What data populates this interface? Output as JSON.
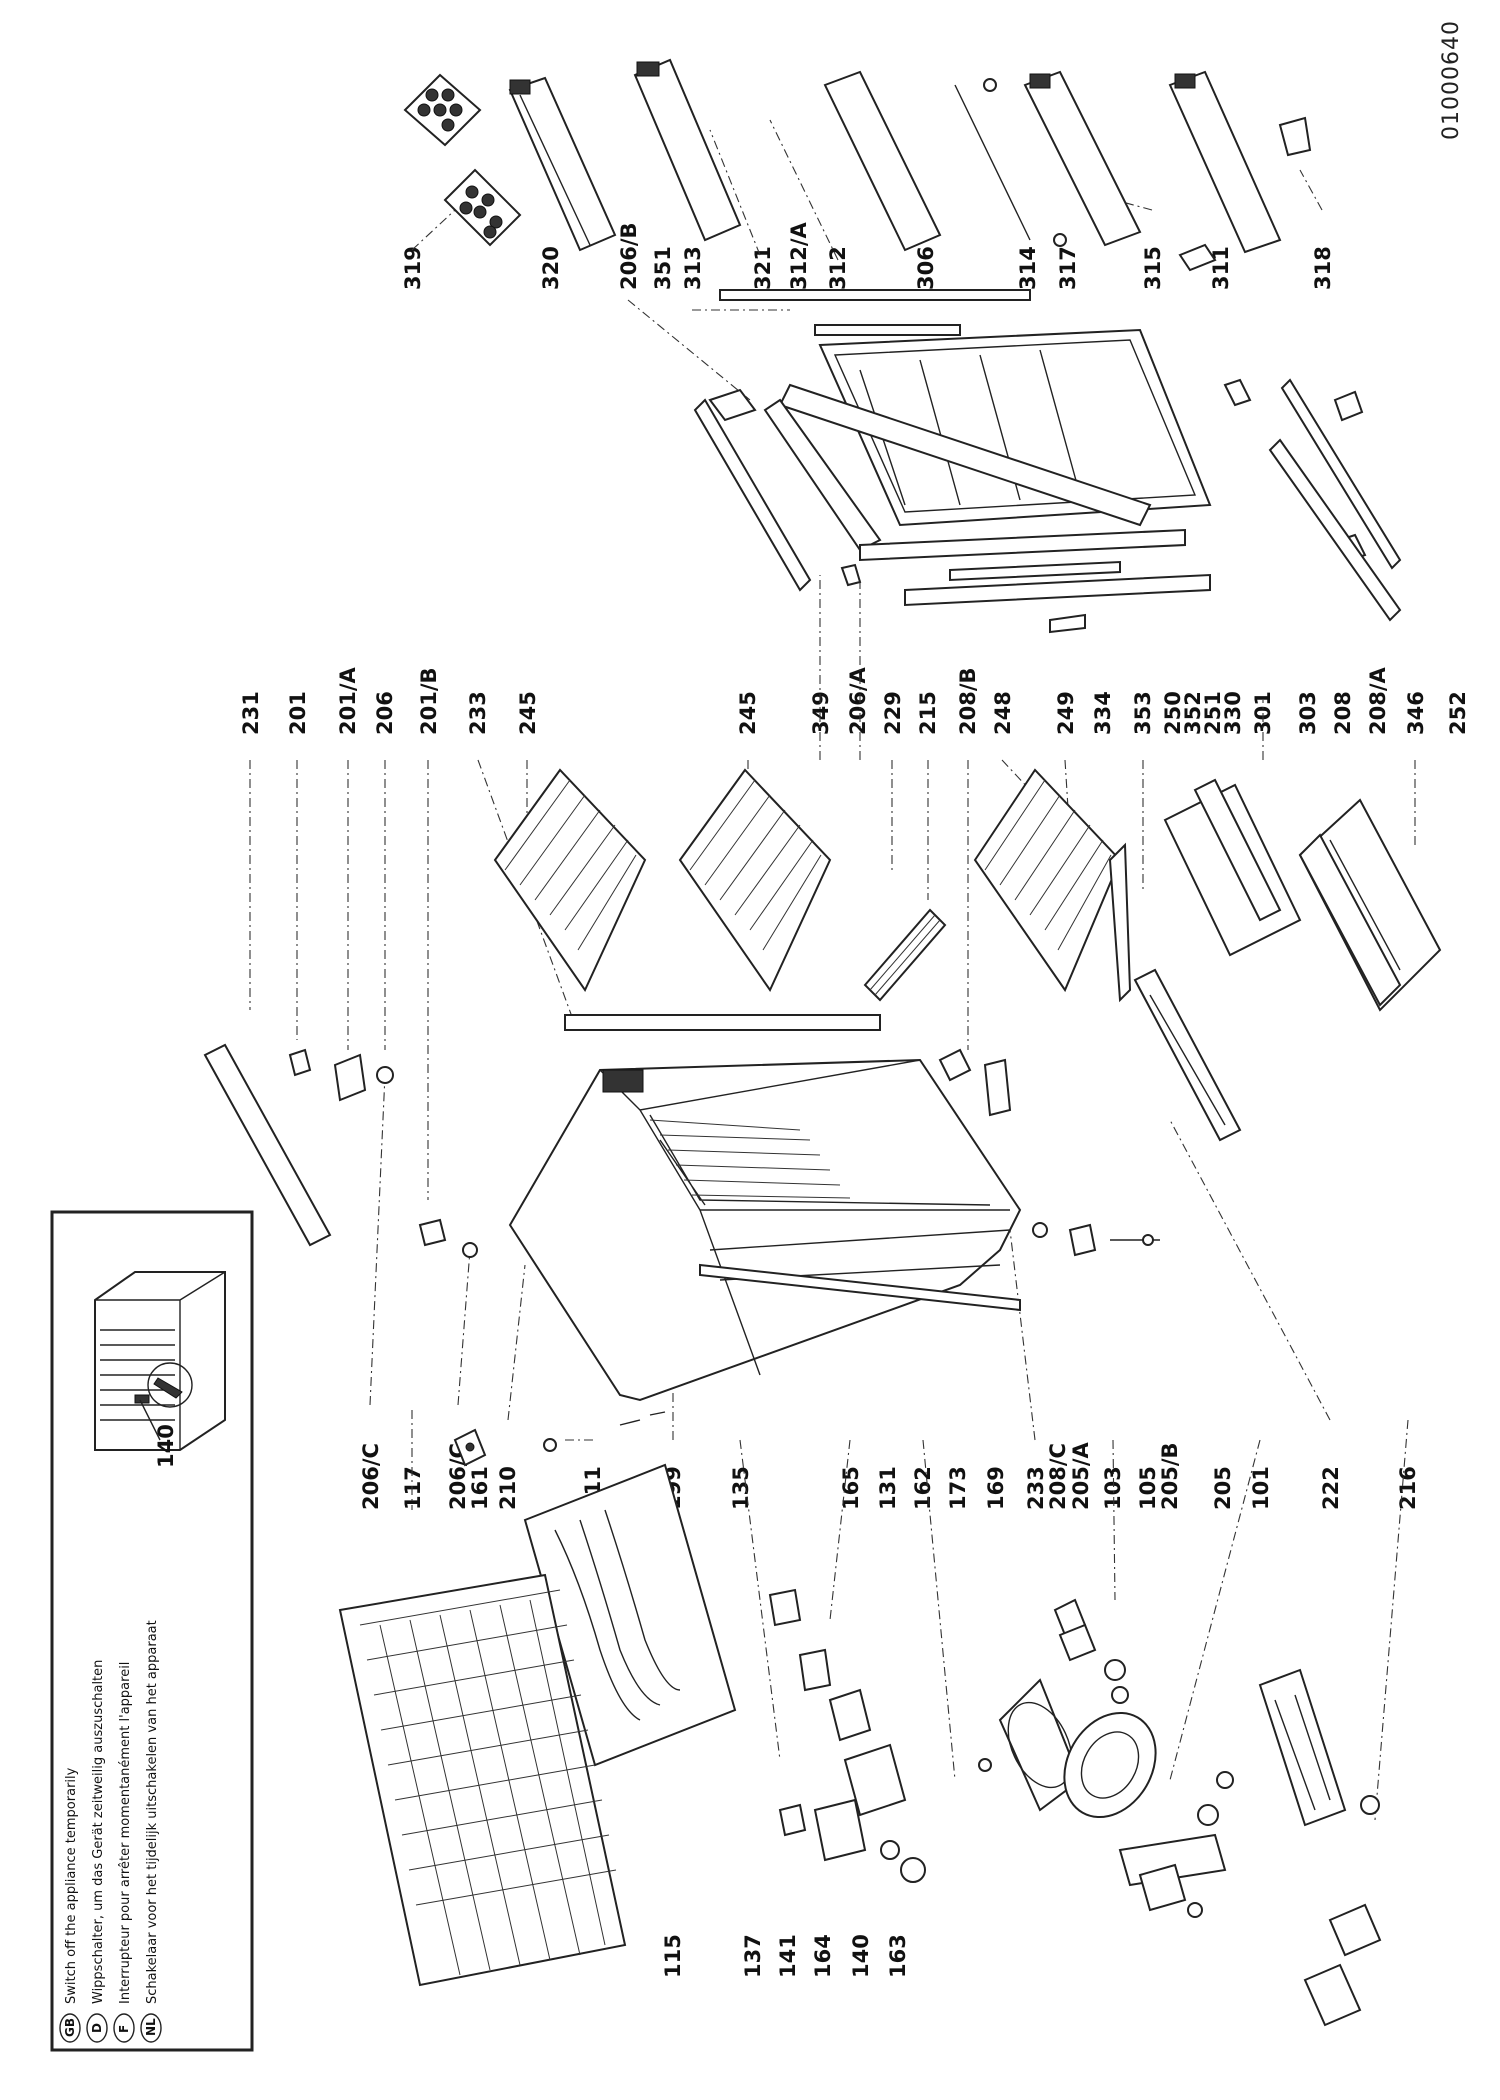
{
  "document_id": "01000640",
  "legend": {
    "items": [
      {
        "code": "GB",
        "text": "Switch off the appliance temporarily"
      },
      {
        "code": "D",
        "text": "Wippschalter, um das Gerät zeitweilig auszuschalten"
      },
      {
        "code": "F",
        "text": "Interrupteur pour arrêter  momentanément l'appareil"
      },
      {
        "code": "NL",
        "text": "Schakelaar voor het tijdelijk uitschakelen van het apparaat"
      }
    ],
    "switch_label": "140"
  },
  "labels": {
    "row_left": [
      "115",
      "137",
      "141",
      "164",
      "140",
      "163"
    ],
    "row_lower": [
      "206/C",
      "117",
      "206/C",
      "161",
      "210",
      "111",
      "199",
      "135",
      "165",
      "131",
      "162",
      "173",
      "169",
      "233",
      "208/C",
      "205/A",
      "103",
      "105",
      "205/B",
      "205",
      "101",
      "222",
      "216"
    ],
    "row_middle": [
      "231",
      "201",
      "201/A",
      "206",
      "201/B",
      "233",
      "245",
      "245",
      "349",
      "206/A",
      "229",
      "215",
      "208/B",
      "248",
      "249",
      "334",
      "353",
      "250",
      "352",
      "251",
      "330",
      "301",
      "303",
      "208",
      "208/A",
      "346",
      "252"
    ],
    "row_upper": [
      "319",
      "320",
      "206/B",
      "351",
      "313",
      "321",
      "312/A",
      "312",
      "306",
      "314",
      "317",
      "315",
      "311",
      "318"
    ]
  },
  "parts": {
    "icons": [
      "egg-tray-icon",
      "door-shelf-icon",
      "door-panel-icon",
      "grill-shelf-icon",
      "cabinet-icon",
      "crisper-drawer-icon",
      "evaporator-icon",
      "condenser-icon",
      "compressor-icon",
      "thermostat-icon",
      "hinge-icon"
    ]
  }
}
